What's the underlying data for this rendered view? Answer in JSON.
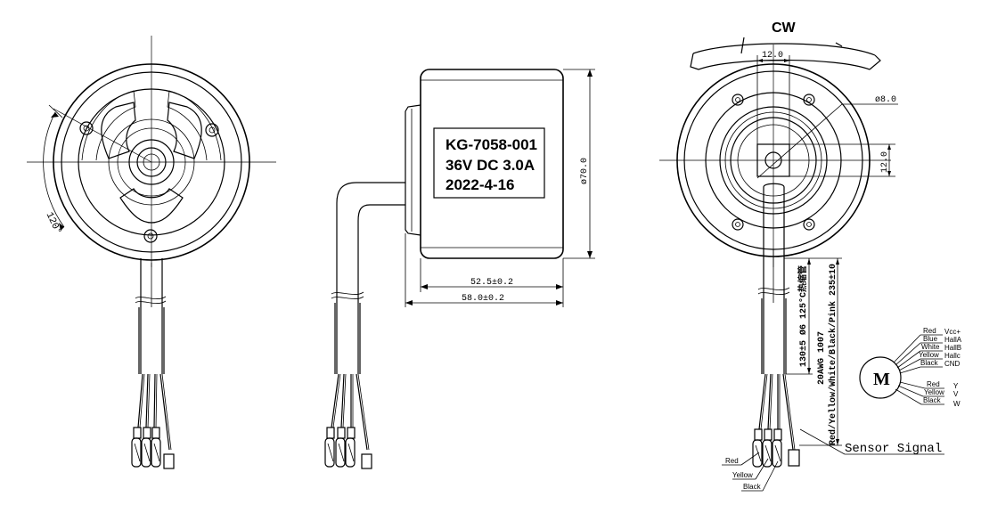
{
  "label_box": {
    "line1": "KG-7058-001",
    "line2": "36V DC  3.0A",
    "line3": "2022-4-16"
  },
  "rotation": "CW",
  "dimensions": {
    "angle": "120°",
    "diameter_body": "ø70.0",
    "length_inner": "52.5±0.2",
    "length_outer": "58.0±0.2",
    "shaft_flat_top": "12.0",
    "shaft_flat_side": "12.0",
    "shaft_diameter": "ø8.0",
    "cable_spec": "130±5 Ø6 125°C热缩管",
    "wire_spec": "20AWG 1007",
    "wire_colors": "Red/Yellow/White/Black/Pink 235±10"
  },
  "sensor_label": "Sensor Signal",
  "lead_labels": {
    "red": "Red",
    "yellow": "Yellow",
    "black": "Black"
  },
  "schematic": {
    "motor": "M",
    "hall_rows": [
      {
        "wire": "Red",
        "signal": "Vcc+"
      },
      {
        "wire": "Blue",
        "signal": "HallA"
      },
      {
        "wire": "White",
        "signal": "HallB"
      },
      {
        "wire": "Yellow",
        "signal": "Hallc"
      },
      {
        "wire": "Black",
        "signal": "CND"
      }
    ],
    "phase_rows": [
      {
        "wire": "Red",
        "signal": "Y"
      },
      {
        "wire": "Yellow",
        "signal": "V"
      },
      {
        "wire": "Black",
        "signal": "W"
      }
    ]
  }
}
